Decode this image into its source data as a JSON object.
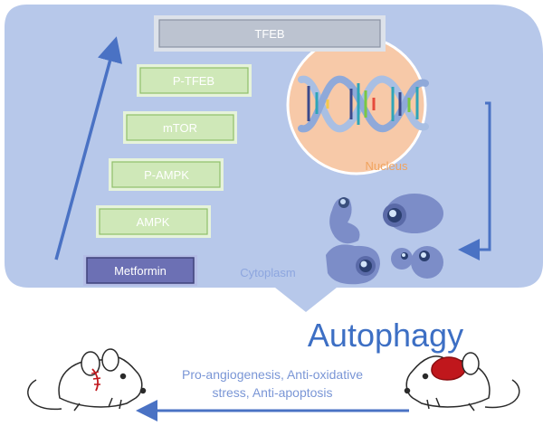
{
  "pathway": {
    "steps": [
      {
        "label": "Metformin"
      },
      {
        "label": "AMPK"
      },
      {
        "label": "P-AMPK"
      },
      {
        "label": "mTOR"
      },
      {
        "label": "P-TFEB"
      },
      {
        "label": "TFEB"
      }
    ]
  },
  "compartments": {
    "nucleus": "Nucleus",
    "cytoplasm": "Cytoplasm"
  },
  "process": {
    "title": "Autophagy"
  },
  "effects": {
    "line1": "Pro-angiogenesis, Anti-oxidative",
    "line2": "stress, Anti-apoptosis"
  },
  "colors": {
    "cell": "#b7c8ea",
    "green_box": "#cfe8b8",
    "green_border": "#8fbf6a",
    "tfeb_box": "#bcc3d0",
    "metformin_box": "#6c70b4",
    "nucleus": "#f7c9a8",
    "accent": "#4a72c4",
    "text_blue": "#7a96d6",
    "autophagy_text": "#3d6fc4",
    "wound": "#c0171c"
  }
}
